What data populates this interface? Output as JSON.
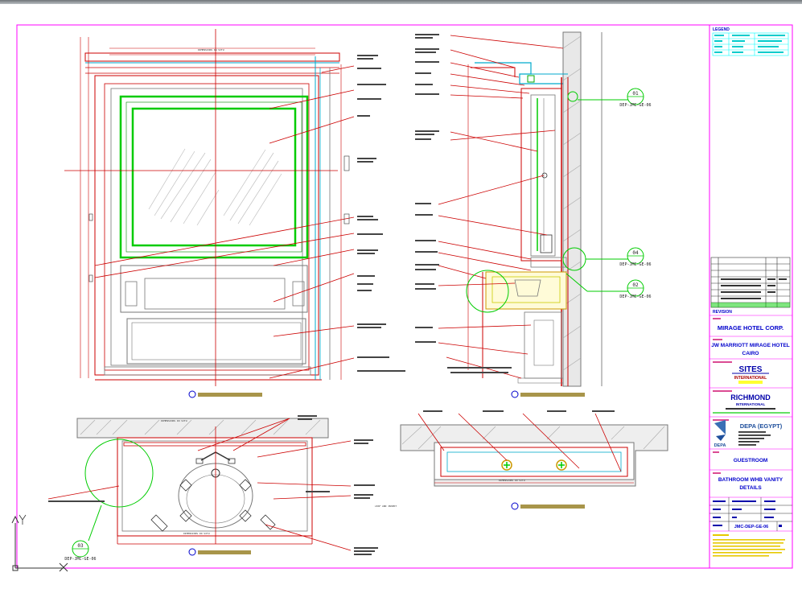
{
  "drawing": {
    "dimension_text": "DIMENSIONS IN SITU",
    "callouts": [
      "01",
      "04",
      "02",
      "03"
    ],
    "callout_refs": [
      "DEP-JMC-GE-06",
      "DEP-JMC-GE-06",
      "DEP-JMC-GE-06",
      "DEP-JMC-GE-06"
    ],
    "leader_note": "LEAF AND INSERT"
  },
  "title_block": {
    "legend_title": "LEGEND",
    "revision_label": "REVISION",
    "client": "MIRAGE HOTEL CORP.",
    "project_line1": "JW MARRIOTT MIRAGE HOTEL",
    "project_line2": "CAIRO",
    "consultant_name": "SITES",
    "consultant_sub": "INTERNATIONAL",
    "designer_name": "RICHMOND",
    "designer_sub": "INTERNATIONAL",
    "contractor_logo": "DEPA",
    "contractor_name": "DEPA (EGYPT)",
    "area": "GUESTROOM",
    "title_line1": "BATHROOM  WHB VANITY",
    "title_line2": "DETAILS",
    "drawing_number": "JMC-DEP-GE-06",
    "colors": {
      "block_border": "#ff00ff",
      "text": "#0000cc",
      "legend": "#00ffff"
    }
  }
}
